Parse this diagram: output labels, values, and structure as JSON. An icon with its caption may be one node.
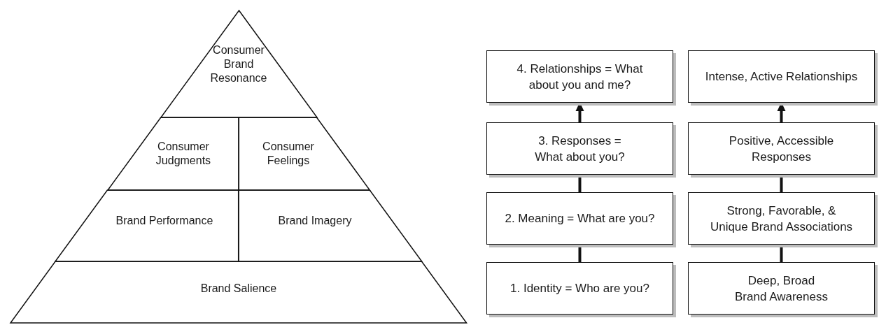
{
  "diagram": {
    "nodes": [
      {
        "text": [
          "Consumer Brand Resonance"
        ]
      },
      {
        "text": [
          "Consumer Judgments"
        ]
      },
      {
        "text": [
          "Consumer Feelings"
        ]
      },
      {
        "text": [
          "Brand Performance"
        ]
      },
      {
        "text": [
          "Brand Imagery"
        ]
      },
      {
        "text": [
          "Brand Salience"
        ]
      },
      {
        "text": [
          "4. Relationships = What about you and me?"
        ]
      },
      {
        "text": [
          "3. Responses = What about you?"
        ]
      },
      {
        "text": [
          "2. Meaning = What are you?"
        ]
      },
      {
        "text": [
          "1. Identity = Who are you?"
        ]
      },
      {
        "text": [
          "Intense, Active Relationships"
        ]
      },
      {
        "text": [
          "Positive, Accessible Responses"
        ]
      },
      {
        "text": [
          "Strong, Favorable, & Unique Brand Associations"
        ]
      },
      {
        "text": [
          "Deep, Broad Brand Awareness"
        ]
      }
    ],
    "edges": [
      {
        "from": 9,
        "to": 8,
        "arrow": "none"
      },
      {
        "from": 8,
        "to": 7,
        "arrow": "none"
      },
      {
        "from": 7,
        "to": 6,
        "arrow": "to"
      },
      {
        "from": 13,
        "to": 12,
        "arrow": "none"
      },
      {
        "from": 12,
        "to": 11,
        "arrow": "none"
      },
      {
        "from": 11,
        "to": 10,
        "arrow": "to"
      }
    ]
  }
}
